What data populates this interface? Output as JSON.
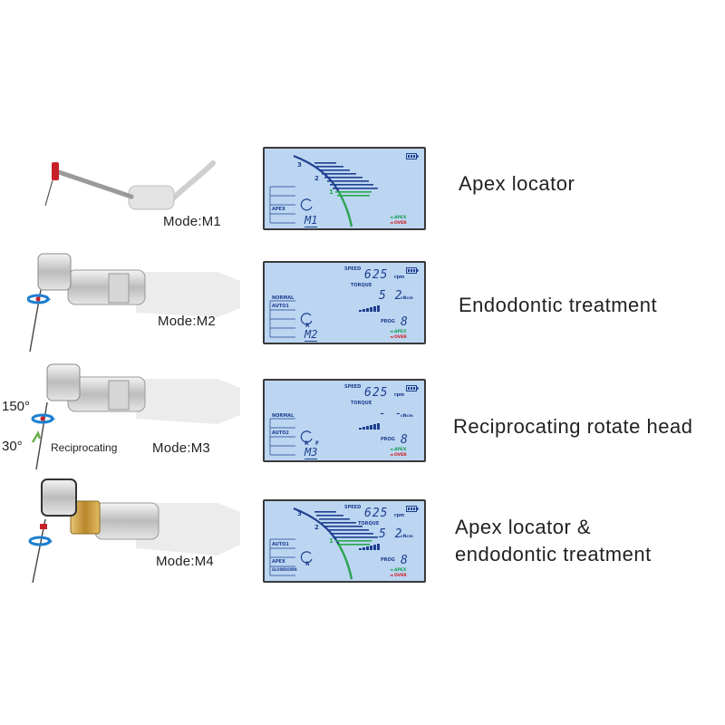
{
  "rows": [
    {
      "mode": "Mode:M1",
      "title_lines": [
        "Apex locator"
      ],
      "lcd": {
        "scale": [
          "3",
          "2",
          "1"
        ],
        "menu": [
          "APEX"
        ],
        "mode_box": "M1",
        "apex": "◄ APEX",
        "over": "◄ OVER"
      }
    },
    {
      "mode": "Mode:M2",
      "title_lines": [
        "Endodontic treatment"
      ],
      "lcd": {
        "speed_label": "SPEED",
        "speed_value": "625",
        "speed_unit": "rpm",
        "torque_label": "TORQUE",
        "torque_value": "5 2",
        "torque_unit": "cNcm",
        "menu": [
          "NORMAL",
          "AUTO1"
        ],
        "dir": "R",
        "prog_label": "PROG",
        "prog_value": "8",
        "mode_box": "M2",
        "apex": "◄ APEX",
        "over": "◄ OVER"
      }
    },
    {
      "mode": "Mode:M3",
      "title_lines": [
        "Reciprocating rotate head"
      ],
      "angle_top": "150°",
      "angle_bottom": "30°",
      "recip_label": "Reciprocating",
      "lcd": {
        "speed_label": "SPEED",
        "speed_value": "625",
        "speed_unit": "rpm",
        "torque_label": "TORQUE",
        "torque_value": "- -",
        "torque_unit": "cNcm",
        "menu": [
          "NORMAL",
          "AUTO2"
        ],
        "dir_r": "R",
        "dir_f": "F",
        "prog_label": "PROG",
        "prog_value": "8",
        "mode_box": "M3",
        "apex": "◄ APEX",
        "over": "◄ OVER"
      }
    },
    {
      "mode": "Mode:M4",
      "title_lines": [
        "Apex locator &",
        "endodontic treatment"
      ],
      "lcd": {
        "scale": [
          "3",
          "2",
          "1"
        ],
        "speed_label": "SPEED",
        "speed_value": "625",
        "speed_unit": "rpm",
        "torque_label": "TORQUE",
        "torque_value": "5 2",
        "torque_unit": "cNcm",
        "menu": [
          "AUTO1",
          "APEX",
          "SLOWDOWN"
        ],
        "dir": "R",
        "prog_label": "PROG",
        "prog_value": "8",
        "apex": "◄ APEX",
        "over": "◄ OVER"
      }
    }
  ],
  "colors": {
    "lcd_bg": "#bcd6f2",
    "lcd_ink": "#1f3f8f",
    "apex_green": "#1a9e55",
    "over_red": "#d22020",
    "file_red": "#c8202a",
    "rotation_blue": "#1e7fd0"
  },
  "icons": [
    "handpiece-image",
    "battery-icon",
    "rotation-arrow-icon"
  ]
}
